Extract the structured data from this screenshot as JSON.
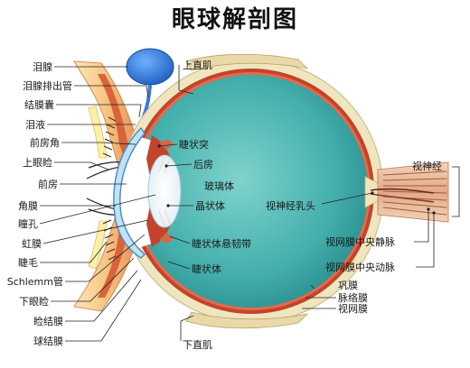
{
  "title": "眼球解剖图",
  "labels": {
    "lacrimal_gland": "泪腺",
    "lacrimal_duct": "泪腺排出管",
    "conjunctival_sac": "结膜囊",
    "tears": "泪液",
    "anterior_chamber_angle": "前房角",
    "upper_eyelid": "上眼睑",
    "anterior_chamber": "前房",
    "cornea": "角膜",
    "pupil": "瞳孔",
    "iris": "虹膜",
    "eyelash": "睫毛",
    "schlemm_canal": "Schlemm管",
    "lower_eyelid": "下眼睑",
    "palpebral_conjunctiva": "睑结膜",
    "bulbar_conjunctiva": "球结膜",
    "superior_rectus": "上直肌",
    "ciliary_process": "睫状突",
    "posterior_chamber": "后房",
    "vitreous_body": "玻璃体",
    "lens": "晶状体",
    "optic_disc": "视神经乳头",
    "optic_nerve": "视神经",
    "central_retinal_vein": "视网膜中央静脉",
    "central_retinal_artery": "视网膜中央动脉",
    "zonule": "睫状体悬韧带",
    "ciliary_body": "睫状体",
    "sclera": "巩膜",
    "choroid": "脉络膜",
    "retina": "视网膜",
    "inferior_rectus": "下直肌"
  },
  "colors": {
    "vitreous": "#3fa9a8",
    "sclera": "#efe6c0",
    "choroid": "#c2442c",
    "cornea": "#bfe3f5",
    "eyelid_skin": "#f6c98a",
    "eyelid_red": "#d9643a",
    "lacrimal_gland": "#2a6fc9",
    "duct_blue": "#3a7ad8",
    "nerve": "#e0b89a",
    "text": "#1a1a1a"
  }
}
